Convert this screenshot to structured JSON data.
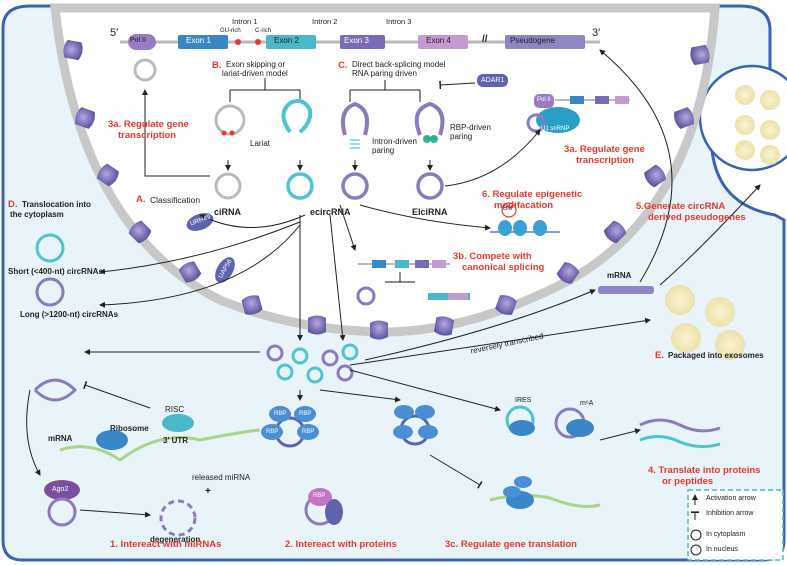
{
  "gene": {
    "five_prime": "5′",
    "three_prime": "3′",
    "pol2": "Pol II",
    "exon1": "Exon 1",
    "exon2": "Exon 2",
    "exon3": "Exon 3",
    "exon4": "Exon 4",
    "pseudogene": "Pseudogene",
    "intron1": "Intron 1",
    "intron2": "Intron 2",
    "intron3": "Intron 3",
    "gu_rich": "GU-rich",
    "c_rich": "C-rich",
    "break_mark": "//"
  },
  "models": {
    "b_letter": "B.",
    "b_text": "Exon skipping or",
    "b_text2": "lariat-driven model",
    "c_letter": "C.",
    "c_text": "Direct back-splicing model",
    "c_text2": "RNA paring driven",
    "adar1": "ADAR1",
    "lariat": "Lariat",
    "intron_driven": "Intron-driven",
    "intron_driven2": "paring",
    "rbp_driven": "RBP-driven",
    "rbp_driven2": "paring"
  },
  "types": {
    "a_letter": "A.",
    "a_text": "Classification",
    "ciRNA": "ciRNA",
    "ecircRNA": "ecircRNA",
    "EIciRNA": "EIciRNA"
  },
  "functions": {
    "f3a_left": "3a. Regulate gene",
    "f3a_left2": "transcription",
    "f3a_right": "3a. Regulate gene",
    "f3a_right2": "transcription",
    "u1_snrnp": "U1 snRNP",
    "f6": "6. Regulate epigenetic",
    "f6b": "modifacation",
    "dm": "DM",
    "f3b": "3b. Compete with",
    "f3b2": "canonical splicing",
    "f5": "5.Generate circRNA",
    "f5b": "derived pseudogenes",
    "mrna_mid": "mRNA",
    "reverse": "reversely transcribed",
    "e_letter": "E.",
    "e_text": "Packaged into exosomes",
    "d_letter": "D.",
    "d_text": "Translocation into",
    "d_text2": "the cytoplasm",
    "urh49": "URH49",
    "uap56": "UAP56",
    "short": "Short (<400-nt) circRNAs",
    "long": "Long (>1200-nt) circRNAs",
    "risc": "RISC",
    "ribosome": "Ribosome",
    "utr": "3′ UTR",
    "mrna_left": "mRNA",
    "ago2": "Ago2",
    "released": "released miRNA",
    "plus": "+",
    "degeneration": "degeneration",
    "f1": "1. Intereact with miRNAs",
    "rbp": "RBP",
    "f2": "2. Intereact with proteins",
    "f3c": "3c. Regulate gene translation",
    "ires": "IRES",
    "m6a": "m⁶A",
    "f4": "4. Translate into proteins",
    "f4b": "or peptides"
  },
  "legend": {
    "activation": "Activation arrow",
    "inhibition": "Inhibition arrow",
    "cytoplasm": "In cytoplasm",
    "nucleus": "In nucleus"
  },
  "colors": {
    "red_label": "#e8382e",
    "cell_border": "#3a63b0",
    "cell_fill": "#e9f3fa",
    "nucleus_fill": "#ffffff",
    "membrane": "#c8c8c8",
    "pore": "#7d6fb3",
    "exon_blue": "#3a87c8",
    "exon_cyan": "#49b8c9",
    "exon_purple": "#7a6ab8",
    "exon_pink": "#c49ad2",
    "circ_cyan": "#4ec3d1",
    "circ_purple": "#8c7ac0"
  }
}
